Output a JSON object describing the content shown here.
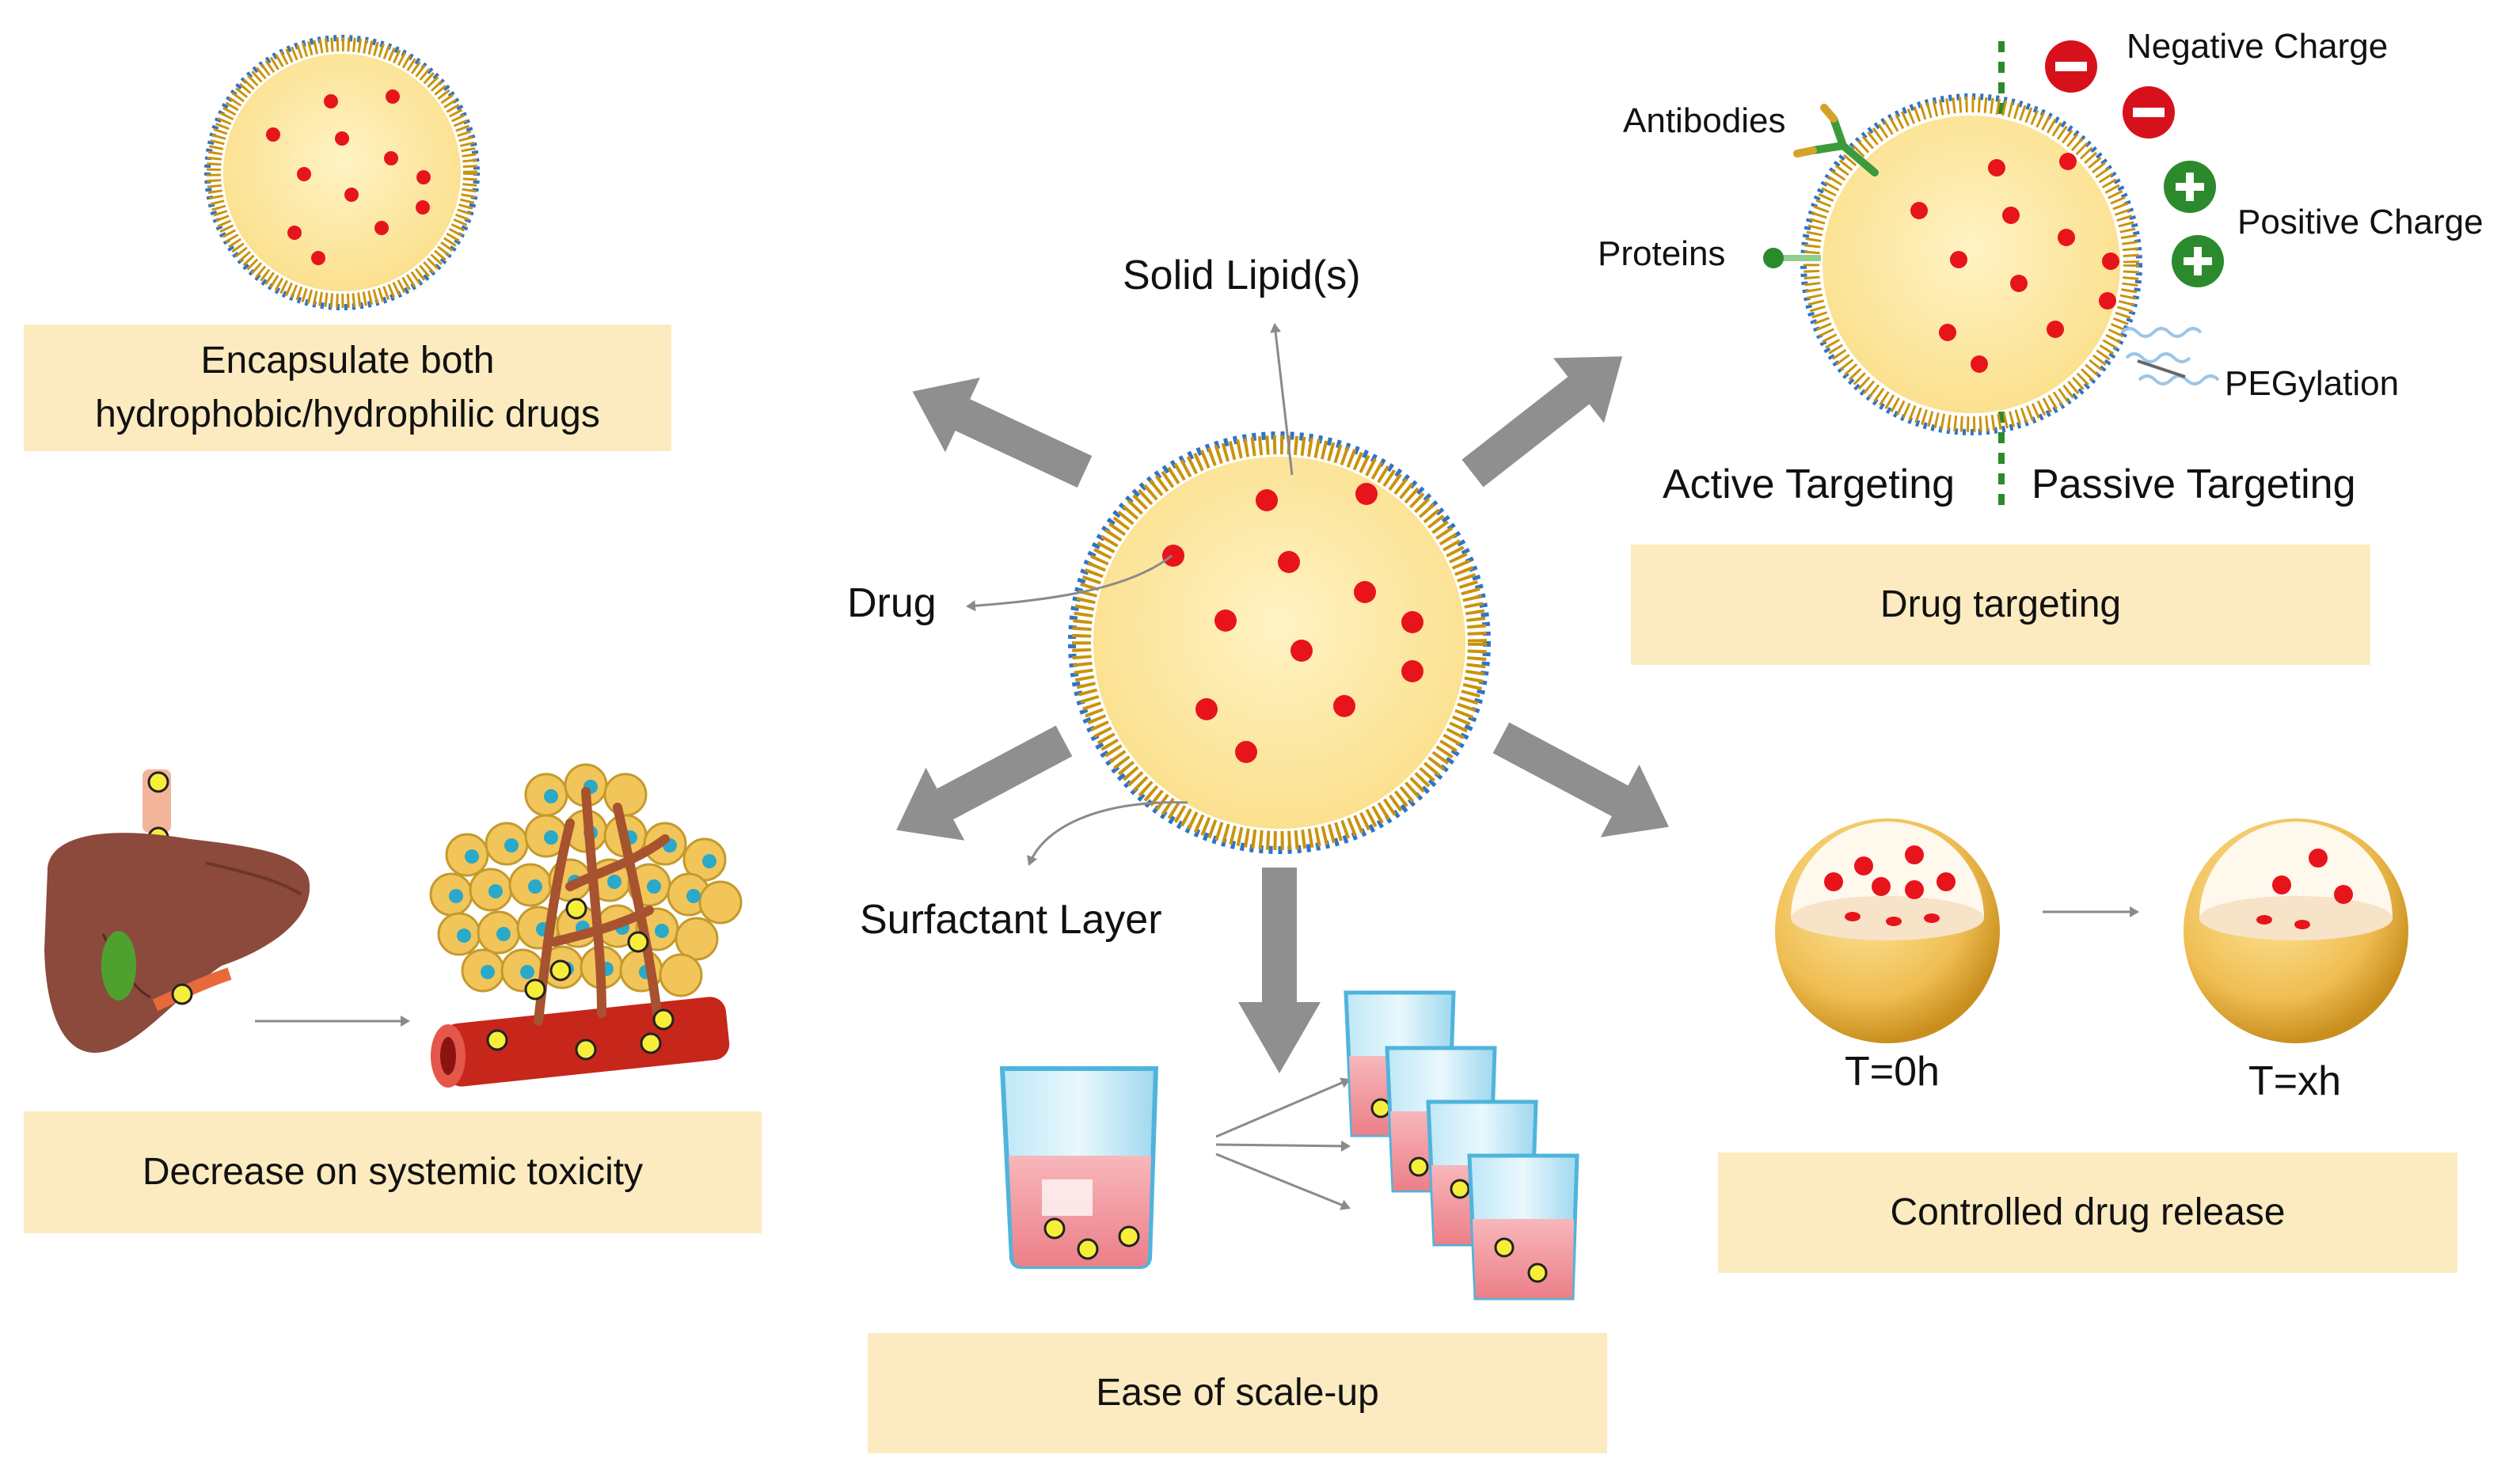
{
  "boxes": {
    "encapsulate": {
      "line1": "Encapsulate both",
      "line2": "hydrophobic/hydrophilic drugs"
    },
    "toxicity": "Decrease on systemic toxicity",
    "scale_up": "Ease of scale-up",
    "targeting": "Drug targeting",
    "release": "Controlled drug release"
  },
  "center": {
    "solid_lipid": "Solid Lipid(s)",
    "drug": "Drug",
    "surfactant": "Surfactant Layer"
  },
  "targeting": {
    "antibodies": "Antibodies",
    "proteins": "Proteins",
    "negative": "Negative Charge",
    "positive": "Positive Charge",
    "pegylation": "PEGylation",
    "active": "Active Targeting",
    "passive": "Passive Targeting"
  },
  "release": {
    "t0": "T=0h",
    "tx": "T=xh"
  },
  "colors": {
    "box_fill": "#fcebc0",
    "particle_core": "#fde7a6",
    "lipid_shell": "#c9930c",
    "membrane_blue": "#2f73c9",
    "drug_red": "#e8141b",
    "arrow_gray": "#8a8a8a",
    "charge_negative": "#d7111c",
    "charge_positive": "#2b8a2b",
    "liver": "#8b4a3c",
    "vessel": "#c7261b",
    "tumor_cell": "#f2c55a",
    "beaker_liquid": "#f3a2a8"
  }
}
